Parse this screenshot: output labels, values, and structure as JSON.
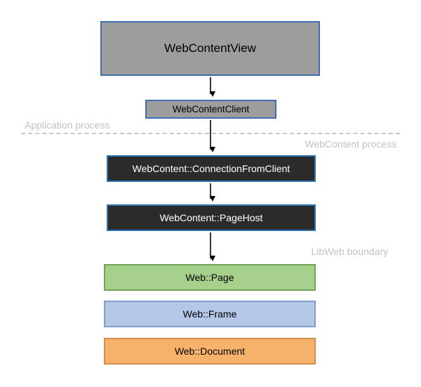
{
  "diagram": {
    "nodes": {
      "web_content_view": {
        "label": "WebContentView"
      },
      "web_content_client": {
        "label": "WebContentClient"
      },
      "connection_from_client": {
        "label": "WebContent::ConnectionFromClient"
      },
      "page_host": {
        "label": "WebContent::PageHost"
      },
      "web_page": {
        "label": "Web::Page"
      },
      "web_frame": {
        "label": "Web::Frame"
      },
      "web_document": {
        "label": "Web::Document"
      }
    },
    "labels": {
      "application_process": "Application process",
      "webcontent_process": "WebContent process",
      "libweb_boundary": "LibWeb boundary"
    },
    "colors": {
      "gray_fill": "#9d9d9d",
      "dark_fill": "#2b2b2b",
      "green_fill": "#a8d08d",
      "blue_fill": "#b4c7e7",
      "orange_fill": "#f6b26b",
      "node_border_blue": "#2e75b6",
      "boundary_label_gray": "#c2c2c2",
      "arrow_black": "#000000"
    }
  }
}
